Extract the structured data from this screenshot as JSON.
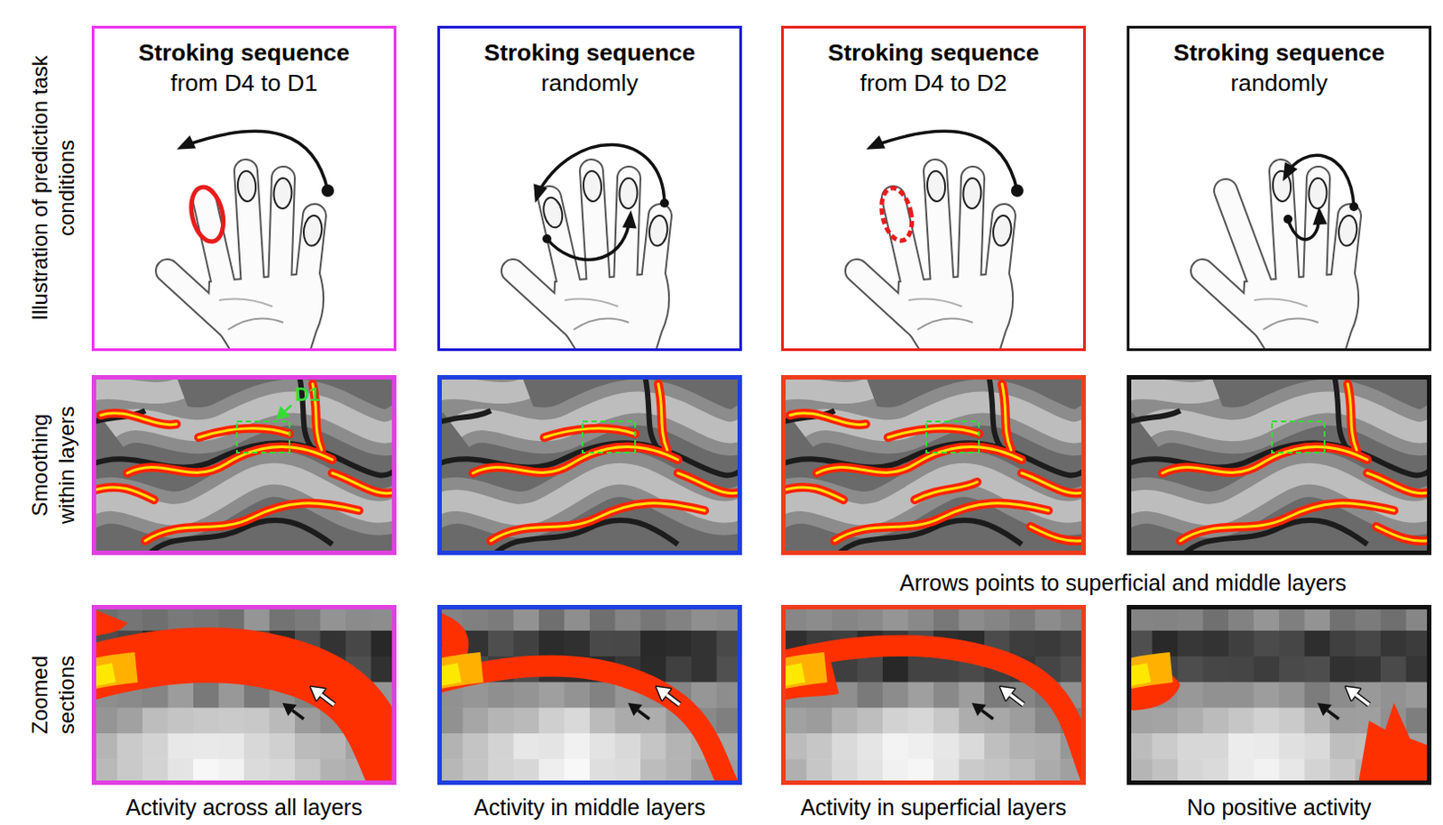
{
  "diagram": {
    "nodes": [
      {
        "text": [
          "Stroking sequence",
          "from D4 to D1"
        ]
      },
      {
        "text": [
          "Stroking sequence",
          "randomly"
        ]
      },
      {
        "text": [
          "Stroking sequence",
          "from D4 to D2"
        ]
      },
      {
        "text": [
          "Stroking sequence",
          "randomly"
        ]
      },
      {
        "text": [
          "Activity across all layers"
        ]
      },
      {
        "text": [
          "Activity in middle layers"
        ]
      },
      {
        "text": [
          "Activity in superficial layers"
        ]
      },
      {
        "text": [
          "No positive activity"
        ]
      }
    ],
    "labels": [
      "Illustration of prediction task conditions",
      "Smoothing within layers",
      "Zoomed sections",
      "D1",
      "Arrows points to superficial and middle layers"
    ]
  }
}
